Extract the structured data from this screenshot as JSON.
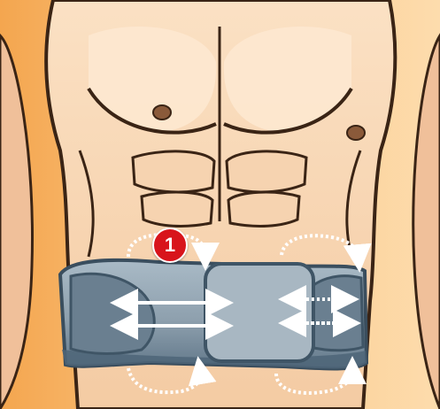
{
  "step_badge": {
    "number": "1"
  },
  "colors": {
    "background_left": "#f7b25e",
    "background_right": "#fdd59b",
    "skin_light": "#fbe2c6",
    "skin_mid": "#f2c59d",
    "skin_shadow": "#d99e6f",
    "outline": "#3a2415",
    "belt_body": "#8ea0ae",
    "belt_dark": "#5e7080",
    "belt_edge": "#3f5566",
    "pad": "#a7b6c1",
    "badge_red": "#d8141b",
    "arrow": "#ffffff"
  },
  "icons": [
    "torso-illustration",
    "ems-belt",
    "center-pad",
    "side-pad-left",
    "side-pad-right",
    "dotted-arrow-icon"
  ]
}
